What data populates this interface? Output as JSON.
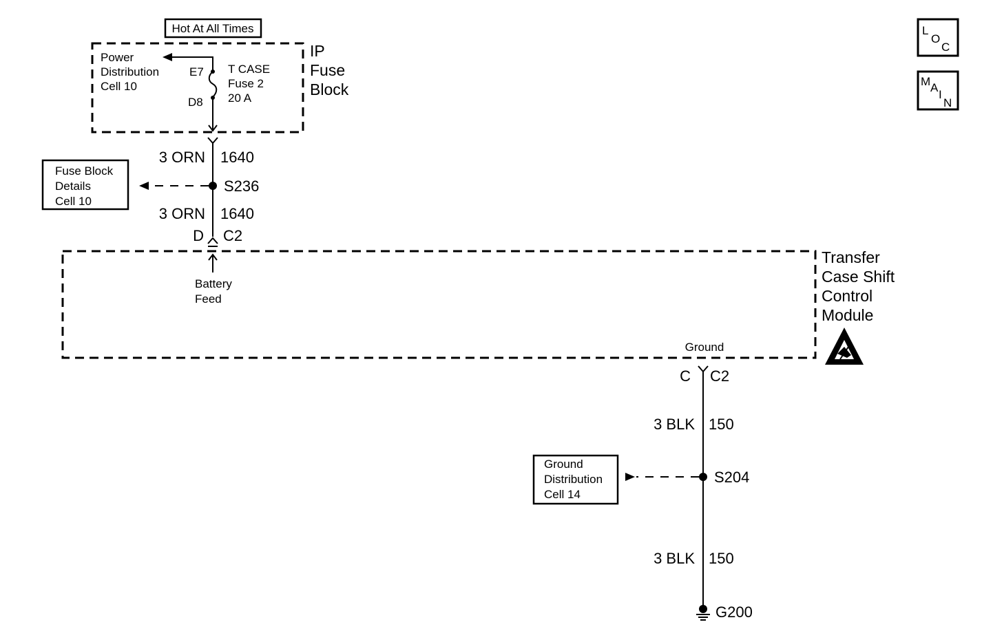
{
  "labels": {
    "hot_at_all_times": "Hot At All Times",
    "power_dist": [
      "Power",
      "Distribution",
      "Cell 10"
    ],
    "pin_e7": "E7",
    "pin_d8": "D8",
    "fuse": [
      "T CASE",
      "Fuse 2",
      "20 A"
    ],
    "ip_fuse_block": [
      "IP",
      "Fuse",
      "Block"
    ],
    "wire_top_gauge": "3 ORN",
    "wire_top_circuit": "1640",
    "splice_top": "S236",
    "fuse_block_details": [
      "Fuse Block",
      "Details",
      "Cell 10"
    ],
    "wire_mid_gauge": "3 ORN",
    "wire_mid_circuit": "1640",
    "conn_top_pin": "D",
    "conn_top_name": "C2",
    "battery_feed": [
      "Battery",
      "Feed"
    ],
    "module": [
      "Transfer",
      "Case Shift",
      "Control",
      "Module"
    ],
    "ground_label": "Ground",
    "conn_bot_pin": "C",
    "conn_bot_name": "C2",
    "wire_bot1_gauge": "3 BLK",
    "wire_bot1_circuit": "150",
    "splice_bot": "S204",
    "ground_dist": [
      "Ground",
      "Distribution",
      "Cell 14"
    ],
    "wire_bot2_gauge": "3 BLK",
    "wire_bot2_circuit": "150",
    "ground_point": "G200",
    "loc_letters": [
      "L",
      "O",
      "C"
    ],
    "main_letters": [
      "M",
      "A",
      "I",
      "N"
    ]
  }
}
